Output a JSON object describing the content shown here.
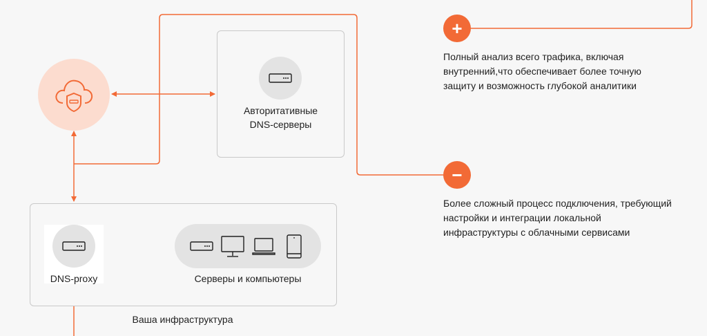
{
  "colors": {
    "accent": "#f26a36",
    "accent_light": "#fcdccf",
    "border": "#c9c9c9",
    "icon_bg": "#e3e3e3",
    "background": "#f7f7f7"
  },
  "cloud_node": {
    "icon": "cloud-shield-icon"
  },
  "authoritative_dns": {
    "icon": "server-icon",
    "label_line1": "Авторитативные",
    "label_line2": "DNS-серверы"
  },
  "infrastructure": {
    "caption": "Ваша инфраструктура",
    "dns_proxy": {
      "icon": "server-icon",
      "label": "DNS-proxy"
    },
    "devices": {
      "icons": [
        "server-icon",
        "monitor-icon",
        "laptop-icon",
        "tablet-icon"
      ],
      "label": "Серверы и компьютеры"
    }
  },
  "pros": {
    "symbol": "+",
    "text_line1": "Полный анализ всего трафика, включая",
    "text_line2": "внутренний,что обеспечивает более точную",
    "text_line3": "защиту и возможность глубокой аналитики"
  },
  "cons": {
    "symbol": "−",
    "text_line1": "Более сложный процесс подключения, требующий",
    "text_line2": "настройки и интеграции локальной",
    "text_line3": "инфраструктуры с облачными сервисами"
  }
}
